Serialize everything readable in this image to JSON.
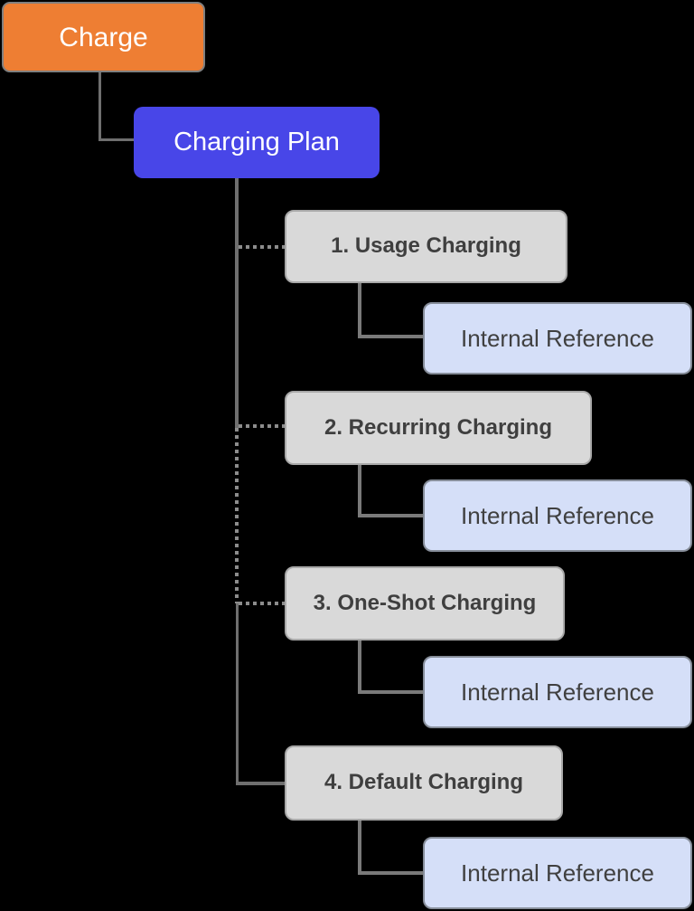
{
  "diagram": {
    "root": {
      "label": "Charge"
    },
    "plan": {
      "label": "Charging Plan"
    },
    "charges": [
      {
        "label": "1. Usage Charging",
        "child_label": "Internal Reference"
      },
      {
        "label": "2. Recurring Charging",
        "child_label": "Internal Reference"
      },
      {
        "label": "3. One-Shot Charging",
        "child_label": "Internal Reference"
      },
      {
        "label": "4. Default Charging",
        "child_label": "Internal Reference"
      }
    ],
    "colors": {
      "background": "#000000",
      "root_fill": "#EE7E33",
      "plan_fill": "#4846E8",
      "charge_fill": "#D9D9D9",
      "charge_border": "#A8A8A8",
      "reference_fill": "#D5DFF8",
      "reference_border": "#868D99",
      "connector_solid": "#6F6F6F",
      "connector_dotted": "#8C8C8C",
      "text_dark": "#3F3F3F",
      "text_light": "#FFFFFF"
    }
  }
}
